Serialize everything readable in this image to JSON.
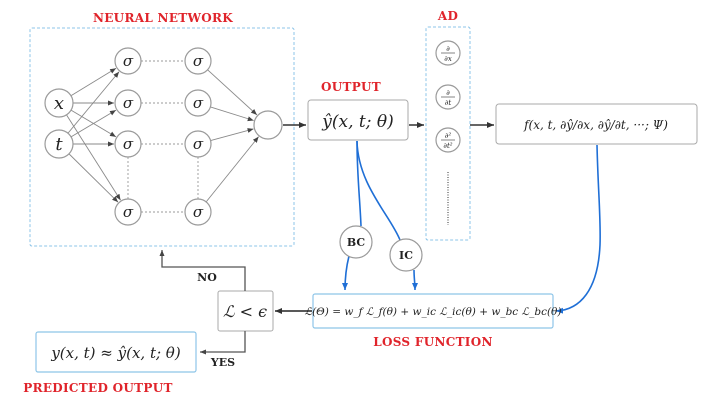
{
  "labels": {
    "neural_network": "NEURAL NETWORK",
    "output": "OUTPUT",
    "ad": "AD",
    "loss_function": "LOSS FUNCTION",
    "predicted_output": "PREDICTED OUTPUT",
    "no": "NO",
    "yes": "YES"
  },
  "network": {
    "inputs": [
      "x",
      "t"
    ],
    "activation": "σ",
    "hidden_rows": 4,
    "hidden_layers": 2
  },
  "output_box": "ŷ(x, t; θ)",
  "ad_ops": [
    "∂/∂x",
    "∂/∂t",
    "∂²/∂t²"
  ],
  "residual_box": "f(x, t, ∂ŷ/∂x, ∂ŷ/∂t, ···; Ψ)",
  "conditions": [
    "BC",
    "IC"
  ],
  "loss_box": "ℒ(Θ) = w_f ℒ_f(θ) + w_ic ℒ_ic(θ) + w_bc ℒ_bc(θ)",
  "criterion_box": "ℒ < ϵ",
  "predicted_box": "y(x, t) ≈ ŷ(x, t; θ)",
  "colors": {
    "label_red": "#e0242b",
    "dashed_box": "#8ec5e8",
    "blue_arrow": "#1f6fd6",
    "dark_arrow": "#333333"
  }
}
